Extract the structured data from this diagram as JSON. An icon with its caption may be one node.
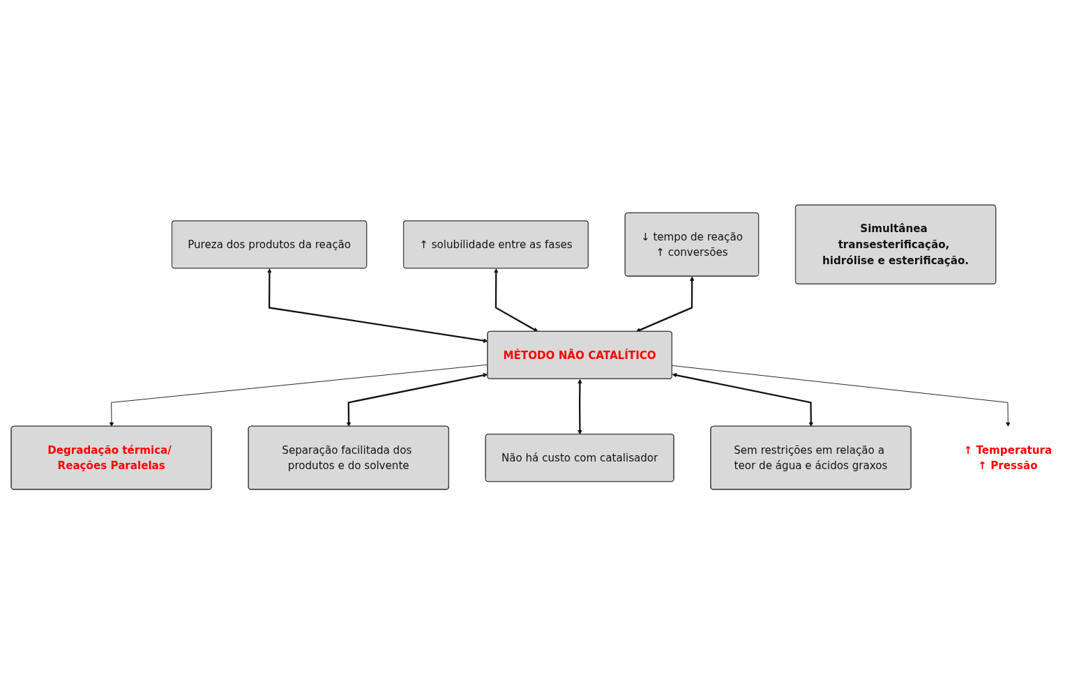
{
  "diagram": {
    "nodes": [
      {
        "text": [
          "Pureza dos produtos da reação"
        ]
      },
      {
        "text": [
          "↑ solubilidade entre as fases"
        ]
      },
      {
        "text": [
          "↓ tempo de reação",
          "↑ conversões"
        ]
      },
      {
        "text": [
          "MÉTODO NÃO CATALÍTICO"
        ]
      },
      {
        "text": [
          "Degradação térmica/ Reações Paralelas"
        ]
      },
      {
        "text": [
          "Separação facilitada dos produtos e do solvente"
        ]
      },
      {
        "text": [
          "Não há custo com catalisador"
        ]
      },
      {
        "text": [
          "Sem restrições em relação a teor de água e ácidos graxos"
        ]
      },
      {
        "text": [
          "↑ Temperatura",
          "↑ Pressão"
        ]
      },
      {
        "text": [
          "Simultânea transesterificação, hidrólise e esterificação."
        ]
      }
    ],
    "edges": [
      {
        "from": 0,
        "to": 3,
        "arrow": "both"
      },
      {
        "from": 1,
        "to": 3,
        "arrow": "both"
      },
      {
        "from": 2,
        "to": 3,
        "arrow": "both"
      },
      {
        "from": 3,
        "to": 4,
        "arrow": "to"
      },
      {
        "from": 3,
        "to": 5,
        "arrow": "both"
      },
      {
        "from": 3,
        "to": 6,
        "arrow": "both"
      },
      {
        "from": 3,
        "to": 7,
        "arrow": "both"
      },
      {
        "from": 3,
        "to": 8,
        "arrow": "to"
      }
    ]
  }
}
